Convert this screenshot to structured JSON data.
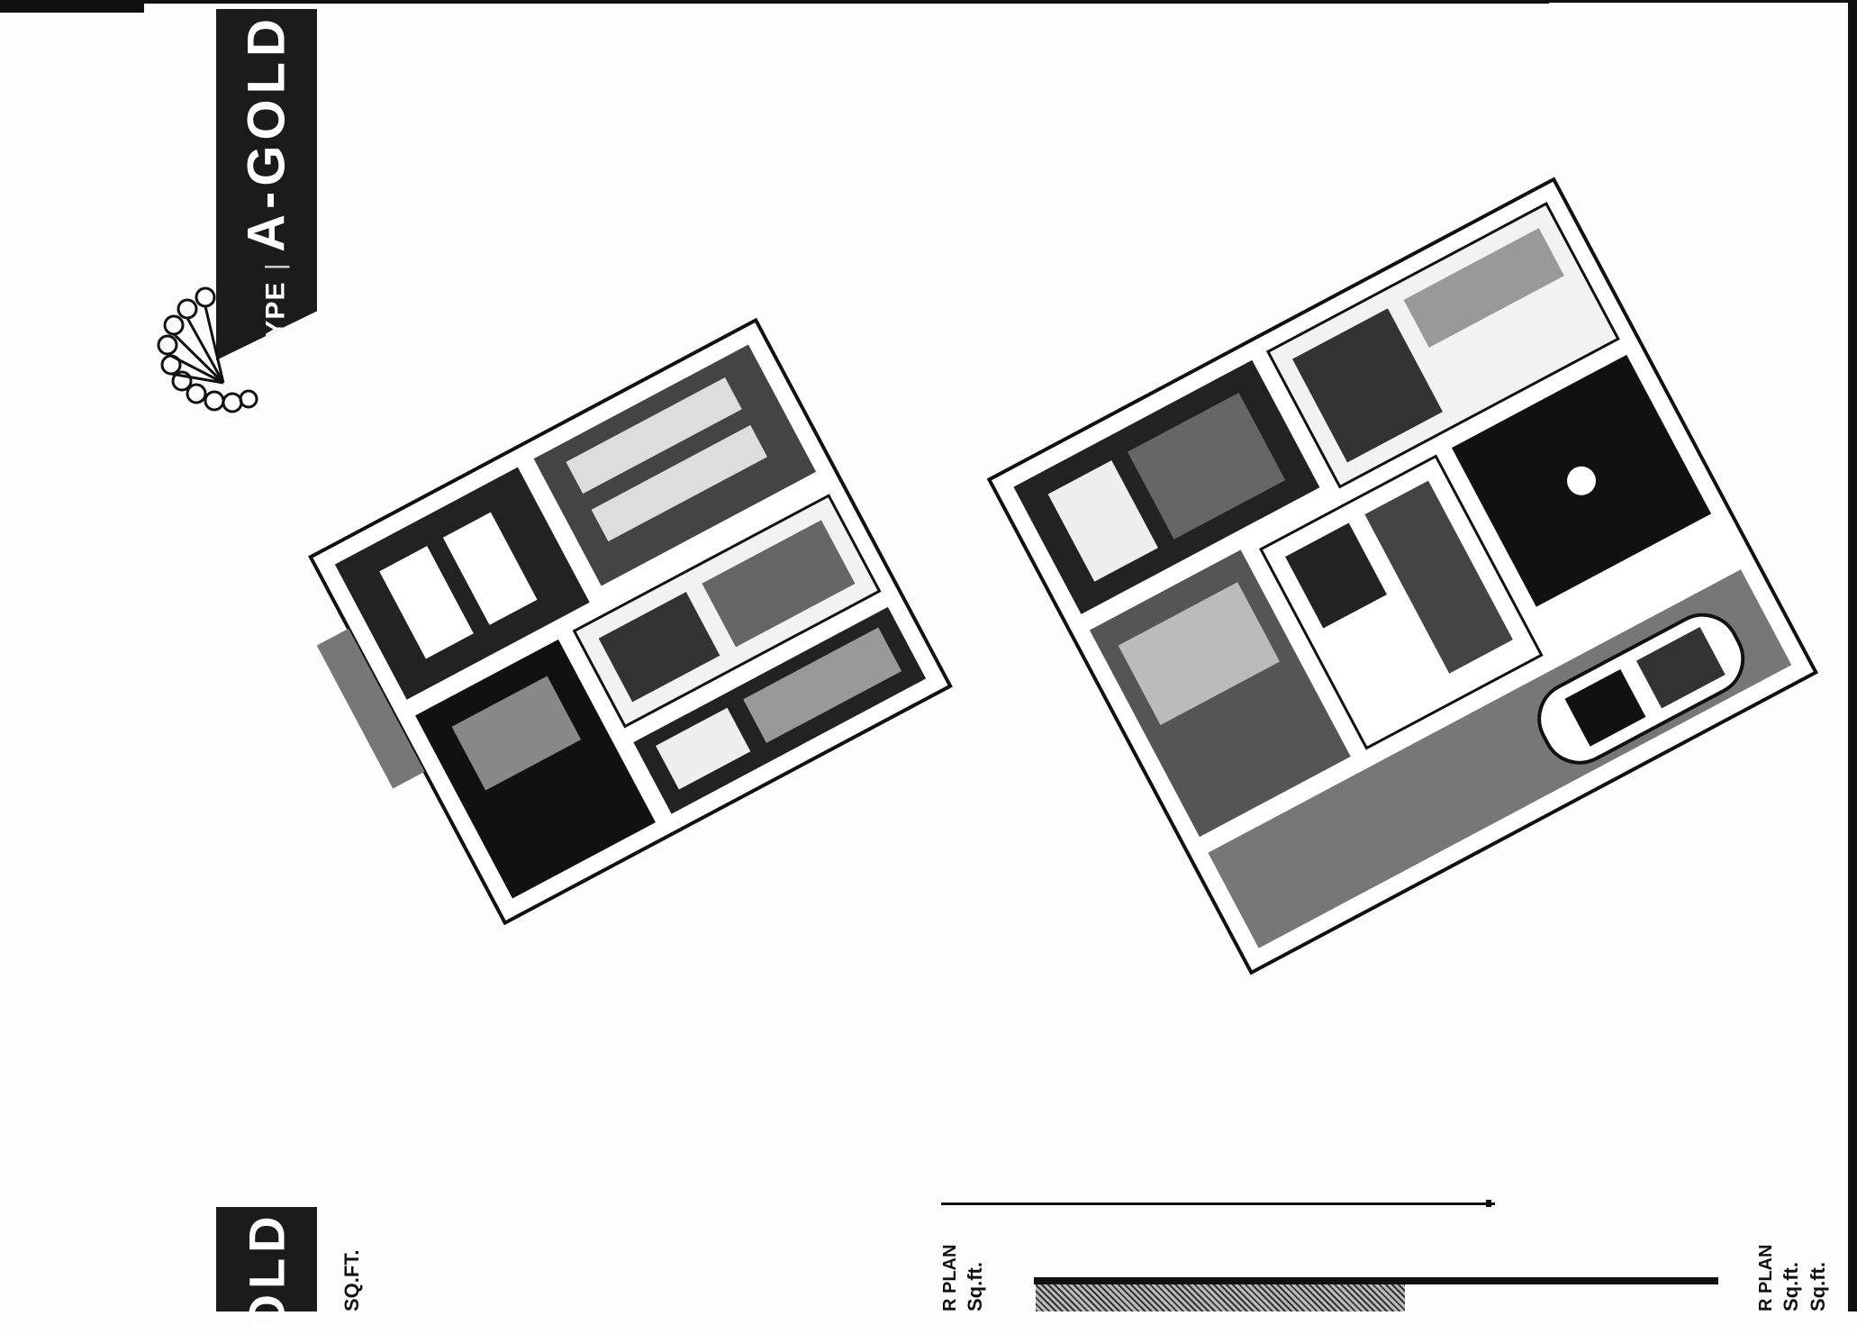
{
  "type_label": {
    "prefix": "TYPE",
    "separator": "|",
    "name": "A-GOLD"
  },
  "bottom_block": {
    "text": "OLD"
  },
  "area_unit": "SQ.FT.",
  "plans": [
    {
      "label": "R PLAN",
      "area": "Sq.ft."
    },
    {
      "label": "R PLAN",
      "area": "Sq.ft.",
      "area_2": "Sq.ft."
    }
  ],
  "images": [
    {
      "name": "upper floor 3D render"
    },
    {
      "name": "ground floor 3D render"
    }
  ]
}
